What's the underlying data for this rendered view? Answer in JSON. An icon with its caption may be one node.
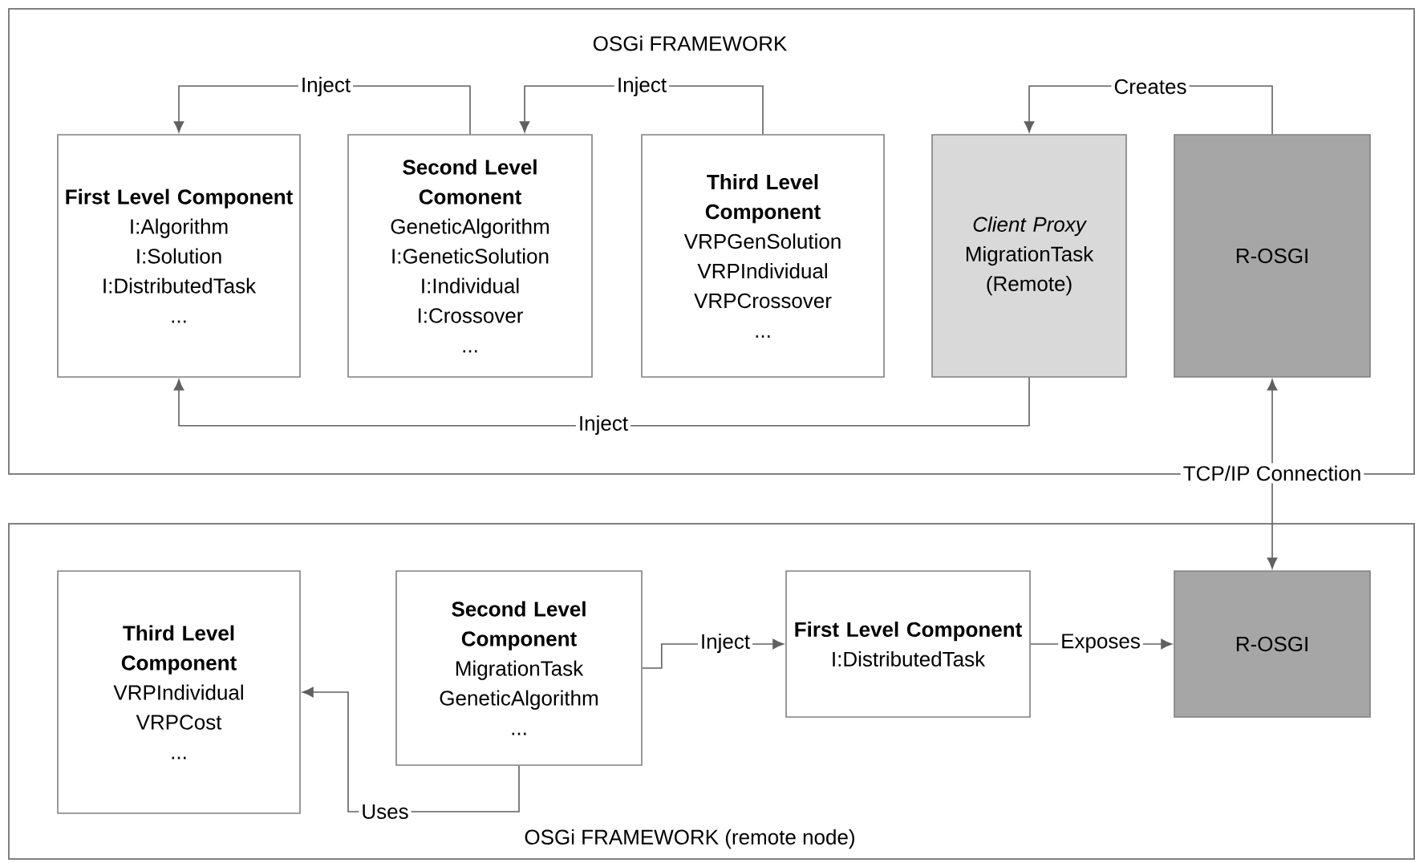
{
  "diagram": {
    "nodes": [
      {
        "text": [
          "OSGi FRAMEWORK"
        ]
      },
      {
        "text": [
          "First Level Component",
          "I:Algorithm",
          "I:Solution",
          "I:DistributedTask",
          "..."
        ],
        "in": 0
      },
      {
        "text": [
          "Second Level Comonent",
          "GeneticAlgorithm",
          "I:GeneticSolution",
          "I:Individual",
          "I:Crossover",
          "..."
        ],
        "in": 0
      },
      {
        "text": [
          "Third Level Component",
          "VRPGenSolution",
          "VRPIndividual",
          "VRPCrossover",
          "..."
        ],
        "in": 0
      },
      {
        "text": [
          "Client Proxy",
          "MigrationTask",
          "(Remote)"
        ],
        "in": 0
      },
      {
        "text": [
          "R-OSGI"
        ],
        "in": 0
      },
      {
        "text": [
          "OSGi FRAMEWORK (remote node)"
        ]
      },
      {
        "text": [
          "Third Level Component",
          "VRPIndividual",
          "VRPCost",
          "..."
        ],
        "in": 6
      },
      {
        "text": [
          "Second Level Component",
          "MigrationTask",
          "GeneticAlgorithm",
          "..."
        ],
        "in": 6
      },
      {
        "text": [
          "First Level Component",
          "I:DistributedTask"
        ],
        "in": 6
      },
      {
        "text": [
          "R-OSGI"
        ],
        "in": 6
      }
    ],
    "edges": [
      {
        "from": 2,
        "to": 1,
        "arrow": "to",
        "label": "Inject"
      },
      {
        "from": 3,
        "to": 2,
        "arrow": "to",
        "label": "Inject"
      },
      {
        "from": 4,
        "to": 1,
        "arrow": "to",
        "label": "Inject"
      },
      {
        "from": 5,
        "to": 4,
        "arrow": "to",
        "label": "Creates"
      },
      {
        "from": 5,
        "to": 10,
        "arrow": "both",
        "label": "TCP/IP Connection"
      },
      {
        "from": 8,
        "to": 9,
        "arrow": "to",
        "label": "Inject"
      },
      {
        "from": 9,
        "to": 10,
        "arrow": "to",
        "label": "Exposes"
      },
      {
        "from": 8,
        "to": 7,
        "arrow": "to",
        "label": "Uses"
      }
    ]
  }
}
